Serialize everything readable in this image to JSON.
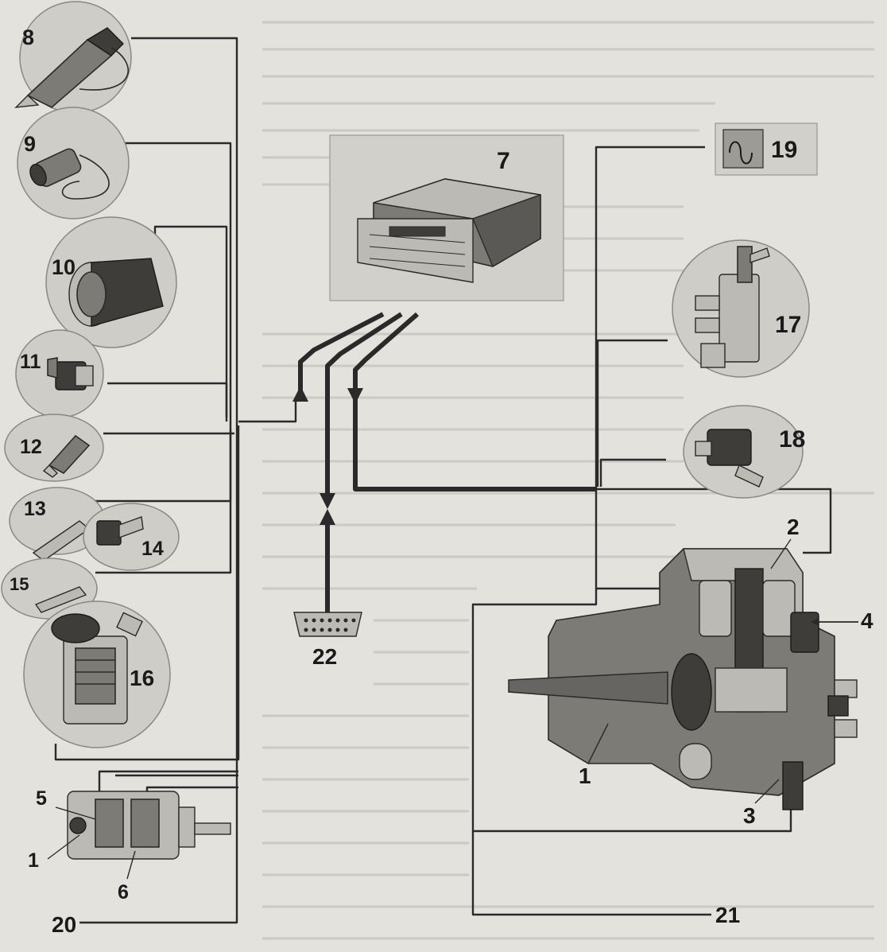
{
  "components": [
    {
      "id": "ecu",
      "label": "7"
    },
    {
      "id": "injector-sensor",
      "label": "8"
    },
    {
      "id": "speed-sensor",
      "label": "9"
    },
    {
      "id": "air-mass-meter",
      "label": "10"
    },
    {
      "id": "temp-sensor",
      "label": "11"
    },
    {
      "id": "temp-sender",
      "label": "12"
    },
    {
      "id": "switch-a",
      "label": "13"
    },
    {
      "id": "switch-b",
      "label": "14"
    },
    {
      "id": "switch-c",
      "label": "15"
    },
    {
      "id": "accelerator-sensor",
      "label": "16"
    },
    {
      "id": "valve-17",
      "label": "17"
    },
    {
      "id": "valve-18",
      "label": "18"
    },
    {
      "id": "glow-relay",
      "label": "19"
    },
    {
      "id": "pump-left",
      "label": "20"
    },
    {
      "id": "pump-right",
      "label": "21"
    },
    {
      "id": "diagnostic-connector",
      "label": "22"
    }
  ],
  "pump_left_callouts": [
    "5",
    "1",
    "6"
  ],
  "pump_right_callouts": [
    "2",
    "4",
    "1",
    "3"
  ]
}
